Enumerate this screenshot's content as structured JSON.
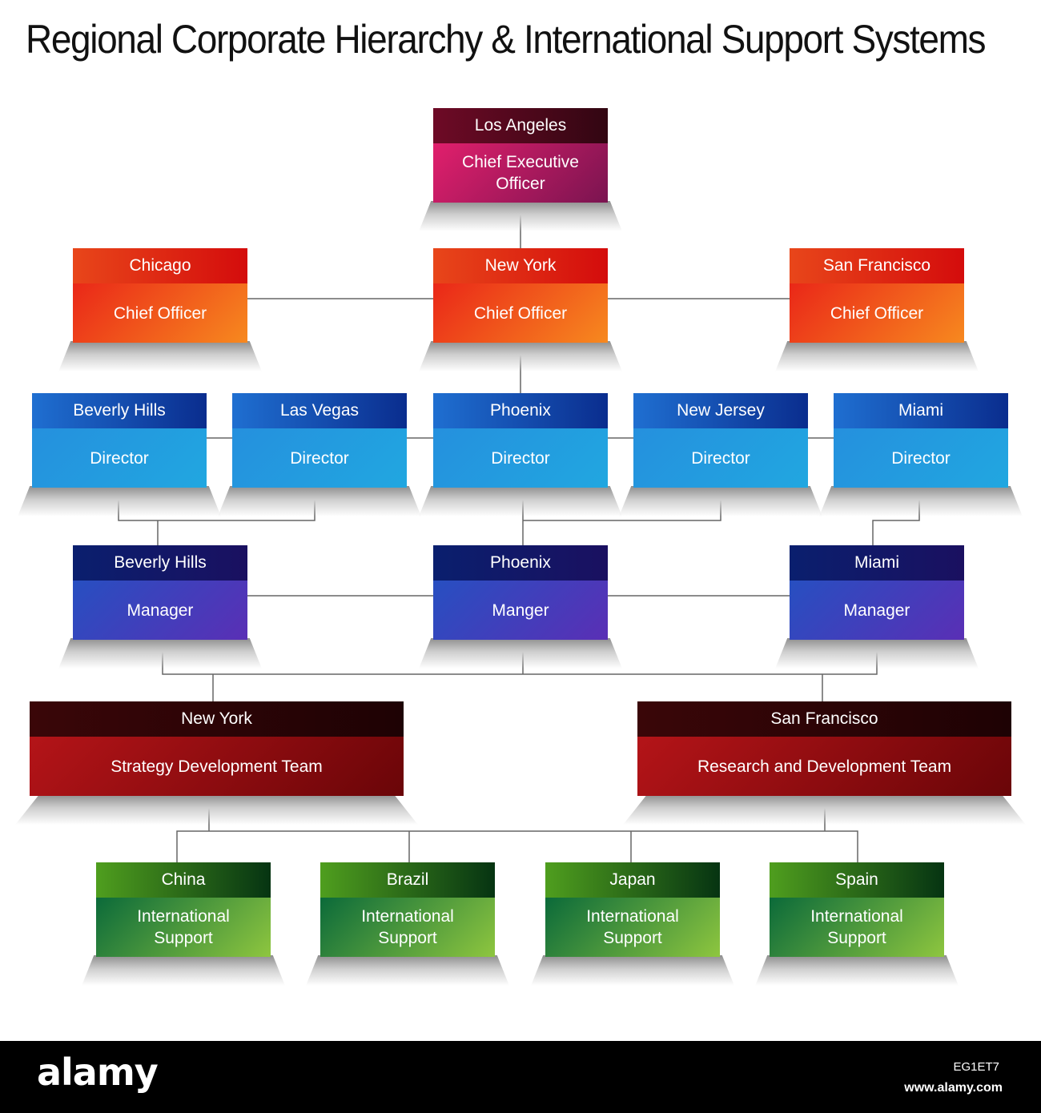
{
  "title": "Regional Corporate Hierarchy & International Support Systems",
  "colors": {
    "ceo": "#b81d5c",
    "chief": "#e8431e",
    "director": "#1f8fdc",
    "manager": "#3445b8",
    "team": "#9c0f12",
    "international": "#2f8a2c",
    "connector": "#666666"
  },
  "nodes": [
    {
      "id": "la",
      "palette": "ceo",
      "city": "Los Angeles",
      "role": "Chief Executive\nOfficer"
    },
    {
      "id": "chi",
      "palette": "chief",
      "city": "Chicago",
      "role": "Chief  Officer"
    },
    {
      "id": "ny1",
      "palette": "chief",
      "city": "New York",
      "role": "Chief  Officer"
    },
    {
      "id": "sf1",
      "palette": "chief",
      "city": "San Francisco",
      "role": "Chief  Officer"
    },
    {
      "id": "bh1",
      "palette": "dir",
      "city": "Beverly Hills",
      "role": "Director"
    },
    {
      "id": "lv",
      "palette": "dir",
      "city": "Las Vegas",
      "role": "Director"
    },
    {
      "id": "phx1",
      "palette": "dir",
      "city": "Phoenix",
      "role": "Director"
    },
    {
      "id": "nj",
      "palette": "dir",
      "city": "New Jersey",
      "role": "Director"
    },
    {
      "id": "mia1",
      "palette": "dir",
      "city": "Miami",
      "role": "Director"
    },
    {
      "id": "bh2",
      "palette": "mgr",
      "city": "Beverly Hills",
      "role": "Manager"
    },
    {
      "id": "phx2",
      "palette": "mgr",
      "city": "Phoenix",
      "role": "Manger"
    },
    {
      "id": "mia2",
      "palette": "mgr",
      "city": "Miami",
      "role": "Manager"
    },
    {
      "id": "ny2",
      "palette": "team",
      "city": "New York",
      "role": "Strategy Development Team"
    },
    {
      "id": "sf2",
      "palette": "team",
      "city": "San Francisco",
      "role": "Research and Development Team"
    },
    {
      "id": "cn",
      "palette": "intl",
      "city": "China",
      "role": "International\nSupport"
    },
    {
      "id": "br",
      "palette": "intl",
      "city": "Brazil",
      "role": "International\nSupport"
    },
    {
      "id": "jp",
      "palette": "intl",
      "city": "Japan",
      "role": "International\nSupport"
    },
    {
      "id": "es",
      "palette": "intl",
      "city": "Spain",
      "role": "International\nSupport"
    }
  ],
  "footer": {
    "brand": "alamy",
    "image_id": "EG1ET7",
    "url": "www.alamy.com"
  }
}
